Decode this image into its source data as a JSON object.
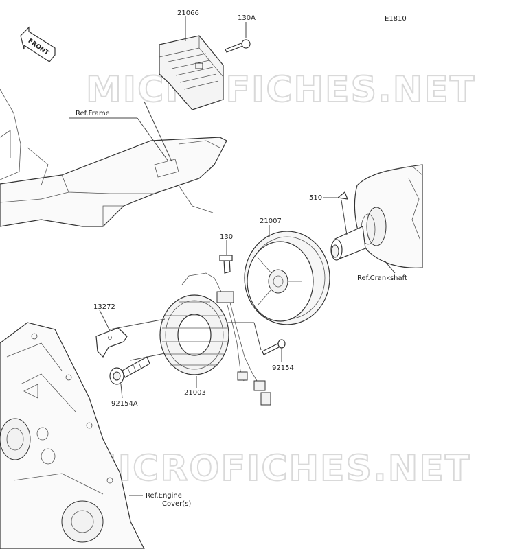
{
  "diagram_code": "E1810",
  "front_label": "FRONT",
  "watermark": "MICROFICHES.NET",
  "parts": {
    "regulator": "21066",
    "regulator_bolt": "130A",
    "key": "510",
    "rotor": "21007",
    "stator_bolt": "130",
    "plate": "13272",
    "stator": "21003",
    "bolt_92154": "92154",
    "bolt_92154a": "92154A"
  },
  "refs": {
    "frame": "Ref.Frame",
    "crankshaft": "Ref.Crankshaft",
    "engine_cover_line1": "Ref.Engine",
    "engine_cover_line2": "Cover(s)"
  }
}
